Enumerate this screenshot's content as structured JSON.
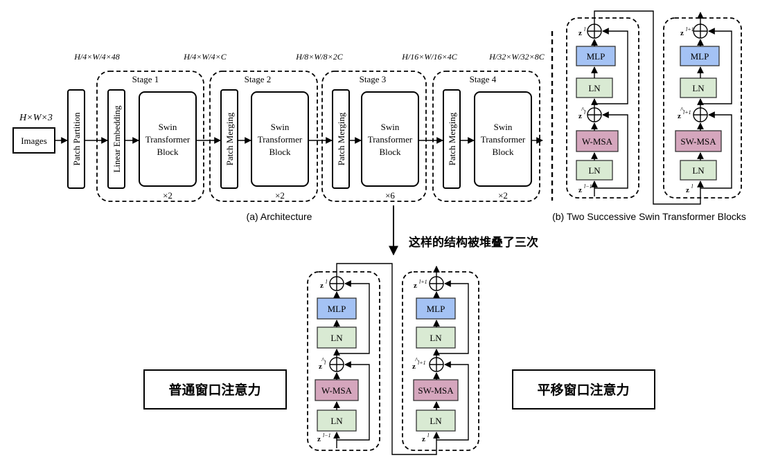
{
  "architecture": {
    "input_dim": "H×W×3",
    "images": "Images",
    "patch_partition": "Patch Partition",
    "linear_embedding": "Linear Embedding",
    "patch_merging": "Patch Merging",
    "swin_line1": "Swin",
    "swin_line2": "Transformer",
    "swin_line3": "Block",
    "stages": [
      {
        "label": "Stage 1",
        "repeat": "×2",
        "dim": "H/4×W/4×C"
      },
      {
        "label": "Stage 2",
        "repeat": "×2",
        "dim": "H/8×W/8×2C"
      },
      {
        "label": "Stage 3",
        "repeat": "×6",
        "dim": "H/16×W/16×4C"
      },
      {
        "label": "Stage 4",
        "repeat": "×2",
        "dim": "H/32×W/32×8C"
      }
    ],
    "dim_partition": "H/4×W/4×48",
    "caption": "(a) Architecture"
  },
  "blocks": {
    "caption": "(b) Two Successive Swin Transformer Blocks",
    "ln": "LN",
    "mlp": "MLP",
    "wmsa": "W-MSA",
    "swmsa": "SW-MSA",
    "z_l": "z",
    "sup_l": "l",
    "sup_l1": "l+1",
    "sup_lm1": "l−1"
  },
  "annotations": {
    "stacked_note": "这样的结构被堆叠了三次",
    "regular_window": "普通窗口注意力",
    "shifted_window": "平移窗口注意力"
  }
}
